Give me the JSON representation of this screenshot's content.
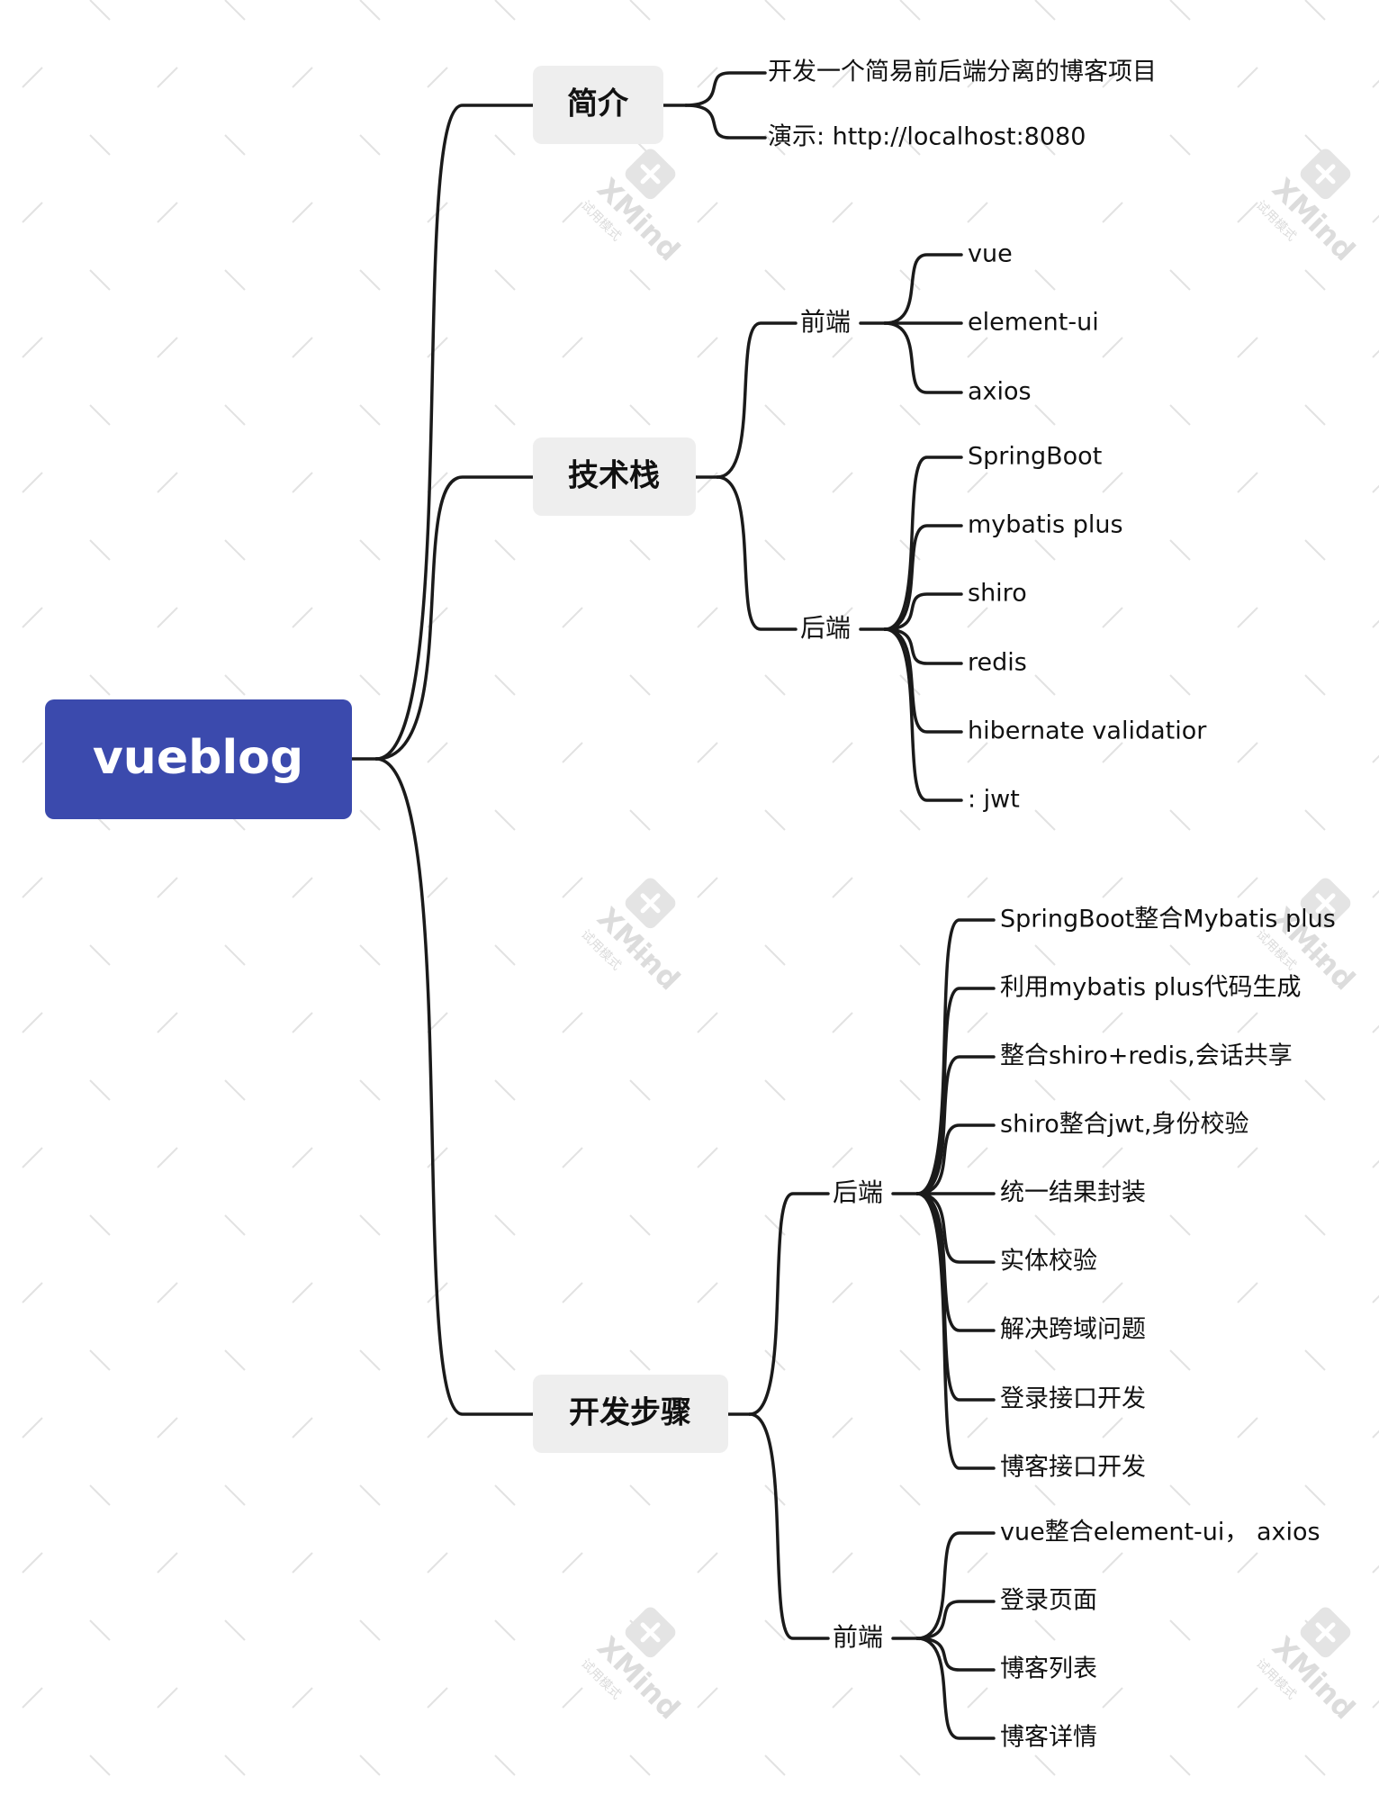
{
  "watermark": {
    "brand": "XMind",
    "subtext": "试用模式"
  },
  "root": {
    "label": "vueblog",
    "color": "#3b4aad"
  },
  "branches": [
    {
      "label": "简介",
      "children": [
        {
          "label": "开发一个简易前后端分离的博客项目"
        },
        {
          "label": "演示: http://localhost:8080"
        }
      ]
    },
    {
      "label": "技术栈",
      "children": [
        {
          "label": "前端",
          "children": [
            "vue",
            "element-ui",
            "axios"
          ]
        },
        {
          "label": "后端",
          "children": [
            "SpringBoot",
            "mybatis plus",
            "shiro",
            "redis",
            "hibernate validatior",
            ": jwt"
          ]
        }
      ]
    },
    {
      "label": "开发步骤",
      "children": [
        {
          "label": "后端",
          "children": [
            "SpringBoot整合Mybatis plus",
            "利用mybatis plus代码生成",
            "整合shiro+redis,会话共享",
            "shiro整合jwt,身份校验",
            "统一结果封装",
            "实体校验",
            "解决跨域问题",
            "登录接口开发",
            "博客接口开发"
          ]
        },
        {
          "label": "前端",
          "children": [
            "vue整合element-ui， axios",
            "登录页面",
            "博客列表",
            "博客详情"
          ]
        }
      ]
    }
  ]
}
